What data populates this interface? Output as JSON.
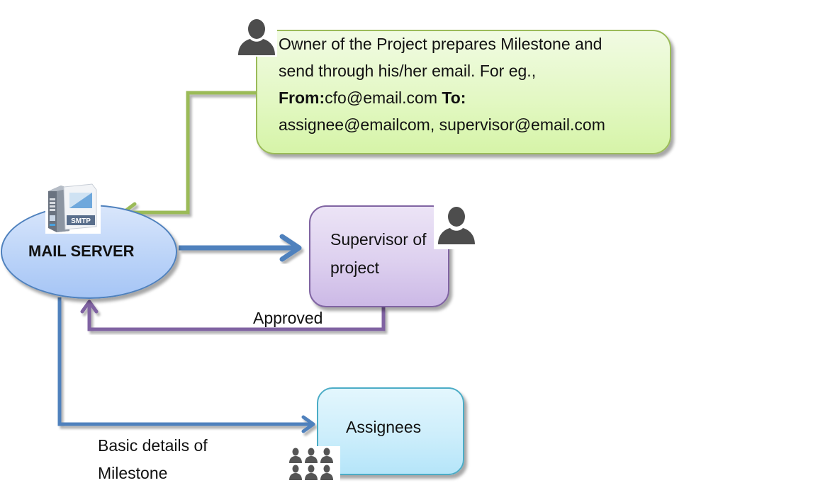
{
  "diagram": {
    "owner": {
      "line1": "Owner of the Project prepares Milestone and",
      "line2": "send through his/her email. For eg.,",
      "from_label": "From:",
      "from_value": "cfo@email.com",
      "to_label": "To:",
      "line4": "assignee@emailcom, supervisor@email.com",
      "icon": "person-icon"
    },
    "mail_server": {
      "label": "MAIL SERVER",
      "icon": "smtp-server-icon",
      "icon_text": "SMTP"
    },
    "supervisor": {
      "line1": "Supervisor of",
      "line2": "project",
      "icon": "person-icon"
    },
    "assignees": {
      "label": "Assignees",
      "icon": "group-icon"
    },
    "edges": [
      {
        "from": "owner",
        "to": "mail_server",
        "label": "",
        "color": "#9bbb59"
      },
      {
        "from": "mail_server",
        "to": "supervisor",
        "label": "",
        "color": "#4f81bd"
      },
      {
        "from": "supervisor",
        "to": "mail_server",
        "label": "Approved",
        "color": "#8064a2"
      },
      {
        "from": "mail_server",
        "to": "assignees",
        "label": "Basic details of Milestone",
        "color": "#4f81bd"
      }
    ],
    "labels": {
      "approved": "Approved",
      "basic_line1": "Basic details of",
      "basic_line2": "Milestone"
    },
    "colors": {
      "green": "#9bbb59",
      "blue": "#4f81bd",
      "purple": "#8064a2",
      "cyan": "#4bacc6",
      "icon_gray": "#4d4d4d"
    }
  }
}
